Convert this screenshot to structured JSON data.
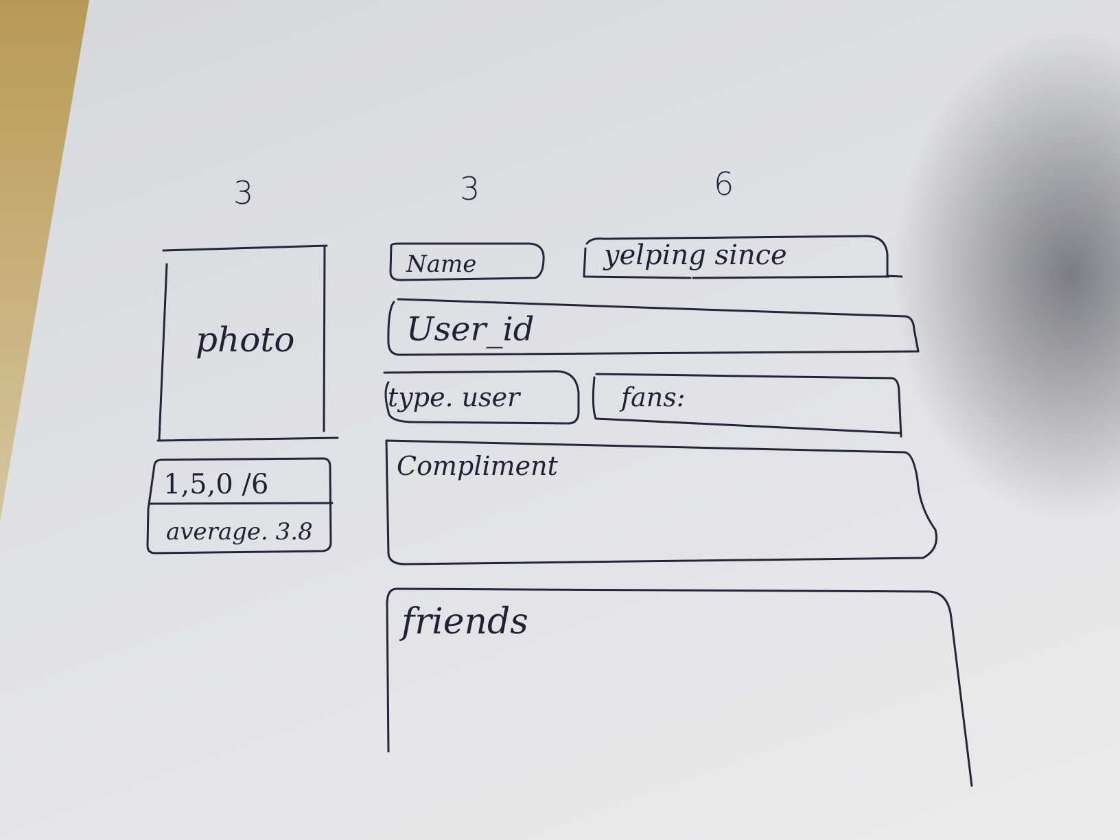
{
  "columns": {
    "col1_width": "3",
    "col2_width": "3",
    "col3_width": "6"
  },
  "photo": {
    "label": "photo"
  },
  "rating": {
    "counts": "1,5,0 /6",
    "average": "average. 3.8"
  },
  "fields": {
    "name": "Name",
    "yelping_since": "yelping since",
    "user_id": "User_id",
    "type": "type. user",
    "fans": "fans:",
    "compliment": "Compliment",
    "friends": "friends"
  }
}
